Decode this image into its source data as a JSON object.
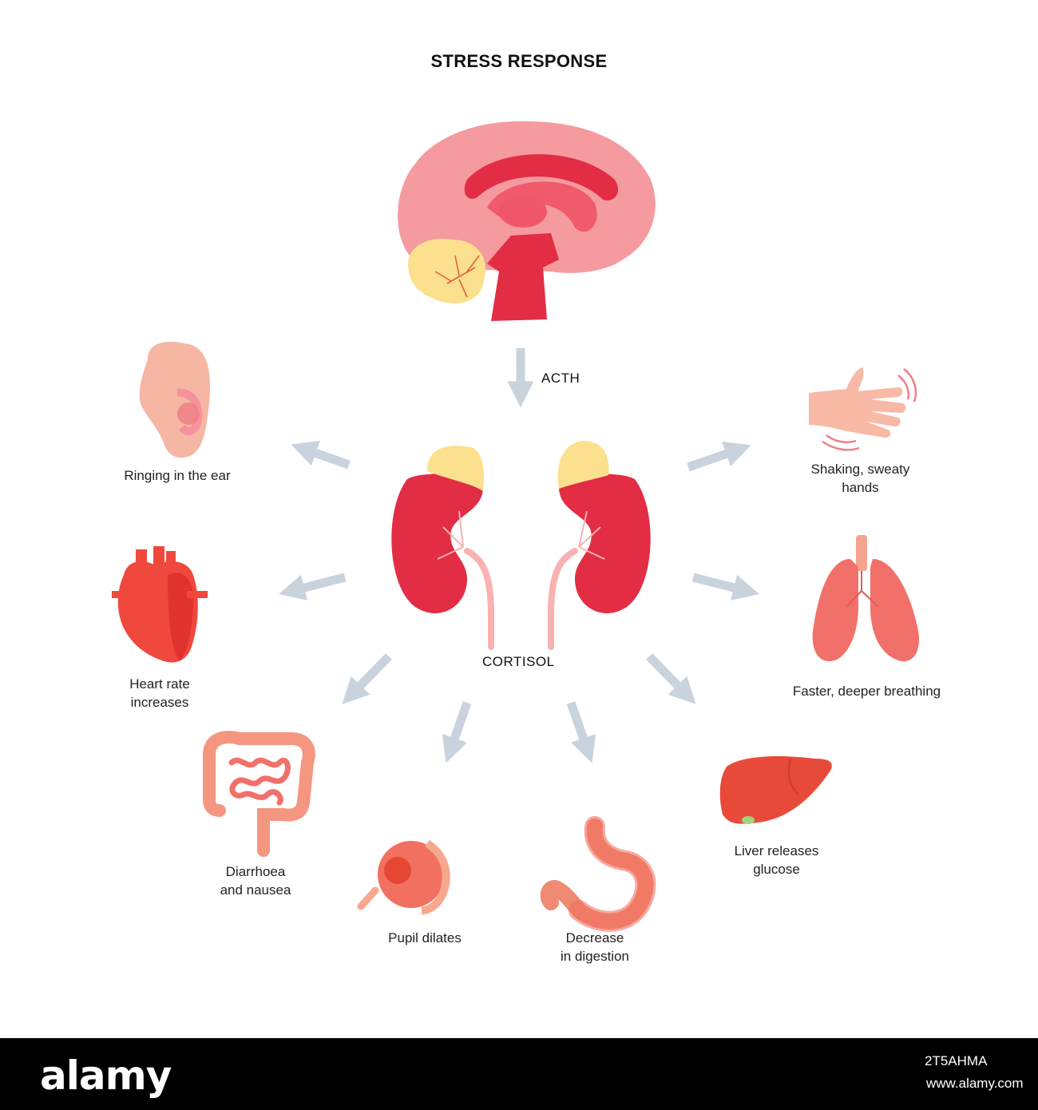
{
  "title": "STRESS RESPONSE",
  "hormones": {
    "acth": "ACTH",
    "cortisol": "CORTISOL"
  },
  "effects": {
    "ear": "Ringing in the ear",
    "hands": [
      "Shaking, sweaty",
      "hands"
    ],
    "heart": [
      "Heart rate",
      "increases"
    ],
    "lungs": "Faster, deeper breathing",
    "intestine": [
      "Diarrhoea",
      "and nausea"
    ],
    "eye": "Pupil dilates",
    "stomach": [
      "Decrease",
      "in digestion"
    ],
    "liver": [
      "Liver releases",
      "glucose"
    ]
  },
  "footer": {
    "logo": "alamy",
    "image_id": "2T5AHMA",
    "site": "www.alamy.com"
  },
  "colors": {
    "arrow": "#c9d3dd",
    "organ_red": "#e22d45",
    "organ_orange": "#f0483c",
    "brain_pink": "#f59a9e",
    "gland_yellow": "#fbe08e",
    "ear_skin": "#f6b6a4"
  }
}
